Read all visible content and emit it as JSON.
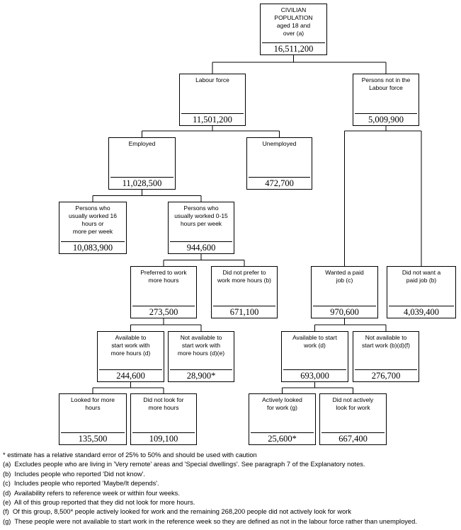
{
  "nodes": {
    "civilian": {
      "label": "CIVILIAN\nPOPULATION\naged 18 and\nover (a)",
      "value": "16,511,200"
    },
    "labour_force": {
      "label": "Labour force",
      "value": "11,501,200"
    },
    "not_in_labour_force": {
      "label": "Persons not in the\nLabour force",
      "value": "5,009,900"
    },
    "employed": {
      "label": "Employed",
      "value": "11,028,500"
    },
    "unemployed": {
      "label": "Unemployed",
      "value": "472,700"
    },
    "worked_16_plus": {
      "label": "Persons who\nusually worked 16\nhours or\nmore per week",
      "value": "10,083,900"
    },
    "worked_0_15": {
      "label": "Persons who\nusually worked 0-15\nhours per week",
      "value": "944,600"
    },
    "preferred_more_hours": {
      "label": "Preferred to work\nmore hours",
      "value": "273,500"
    },
    "not_prefer_more_hours": {
      "label": "Did not prefer to\nwork more hours (b)",
      "value": "671,100"
    },
    "wanted_paid_job": {
      "label": "Wanted a paid\njob (c)",
      "value": "970,600"
    },
    "not_want_paid_job": {
      "label": "Did not want a\npaid job (b)",
      "value": "4,039,400"
    },
    "available_more_hours": {
      "label": "Available to\nstart work with\nmore hours (d)",
      "value": "244,600"
    },
    "not_available_more_hours": {
      "label": "Not available to\nstart work with\nmore hours (d)(e)",
      "value": "28,900*"
    },
    "available_start_work": {
      "label": "Available to start\nwork (d)",
      "value": "693,000"
    },
    "not_available_start_work": {
      "label": "Not available to\nstart work (b)(d)(f)",
      "value": "276,700"
    },
    "looked_more_hours": {
      "label": "Looked for more\nhours",
      "value": "135,500"
    },
    "not_looked_more_hours": {
      "label": "Did not look for\nmore hours",
      "value": "109,100"
    },
    "actively_looked": {
      "label": "Actively looked\nfor work (g)",
      "value": "25,600*"
    },
    "not_actively_looked": {
      "label": "Did not actively\nlook for work",
      "value": "667,400"
    }
  },
  "footnotes": [
    {
      "text": "* estimate has a relative standard error of 25% to 50% and should be used with caution"
    },
    {
      "text": "(a)  Excludes people who are living in 'Very remote' areas and 'Special dwellings'. See paragraph 7 of the Explanatory notes."
    },
    {
      "text": "(b)  Includes people who reported 'Did not know'."
    },
    {
      "text": "(c)  Includes people who reported 'Maybe/It depends'."
    },
    {
      "text": "(d)  Availability refers to reference week or within four weeks."
    },
    {
      "text": "(e)  All of this group reported that they did not look for more hours."
    },
    {
      "text": "(f)  Of this group, 8,500* people actively looked for work and the remaining 268,200 people did not actively look for work"
    },
    {
      "text": "(g)  These people were not available to start work in the reference week so they are defined as not in the labour force rather than unemployed."
    }
  ]
}
